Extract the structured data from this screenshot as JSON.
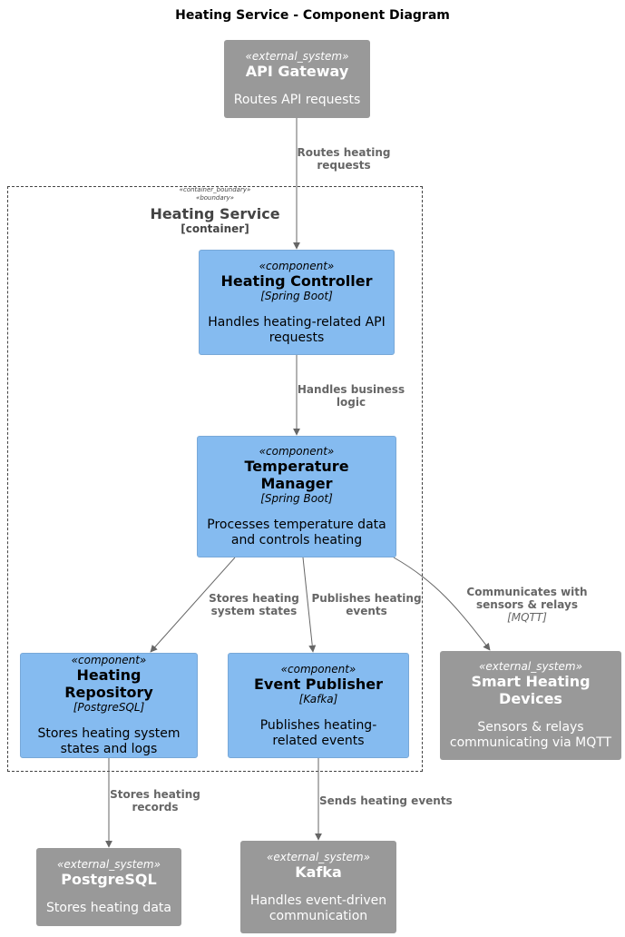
{
  "diagram": {
    "title": "Heating Service - Component Diagram",
    "boundary": {
      "stereotype_1": "«container_boundary»",
      "stereotype_2": "«boundary»",
      "name": "Heating Service",
      "type": "[container]"
    },
    "nodes": {
      "api_gateway": {
        "stereotype": "«external_system»",
        "name": "API Gateway",
        "description": "Routes API requests"
      },
      "heating_controller": {
        "stereotype": "«component»",
        "name": "Heating Controller",
        "technology": "[Spring Boot]",
        "description": "Handles heating-related API requests"
      },
      "temperature_manager": {
        "stereotype": "«component»",
        "name": "Temperature Manager",
        "technology": "[Spring Boot]",
        "description": "Processes temperature data and controls heating"
      },
      "heating_repository": {
        "stereotype": "«component»",
        "name": "Heating Repository",
        "technology": "[PostgreSQL]",
        "description": "Stores heating system states and logs"
      },
      "event_publisher": {
        "stereotype": "«component»",
        "name": "Event Publisher",
        "technology": "[Kafka]",
        "description": "Publishes heating-related events"
      },
      "smart_devices": {
        "stereotype": "«external_system»",
        "name": "Smart Heating Devices",
        "description": "Sensors & relays communicating via MQTT"
      },
      "postgresql": {
        "stereotype": "«external_system»",
        "name": "PostgreSQL",
        "description": "Stores heating data"
      },
      "kafka": {
        "stereotype": "«external_system»",
        "name": "Kafka",
        "description": "Handles event-driven communication"
      }
    },
    "edges": {
      "gateway_to_controller": {
        "label": "Routes heating requests"
      },
      "controller_to_manager": {
        "label": "Handles business logic"
      },
      "manager_to_repository": {
        "label": "Stores heating system states"
      },
      "manager_to_publisher": {
        "label": "Publishes heating events"
      },
      "manager_to_devices": {
        "label": "Communicates with sensors & relays",
        "technology": "[MQTT]"
      },
      "repository_to_postgres": {
        "label": "Stores heating records"
      },
      "publisher_to_kafka": {
        "label": "Sends heating events"
      }
    },
    "colors": {
      "component": "#85bbf0",
      "external_system": "#999999",
      "edge": "#666666",
      "boundary": "#444444"
    }
  }
}
